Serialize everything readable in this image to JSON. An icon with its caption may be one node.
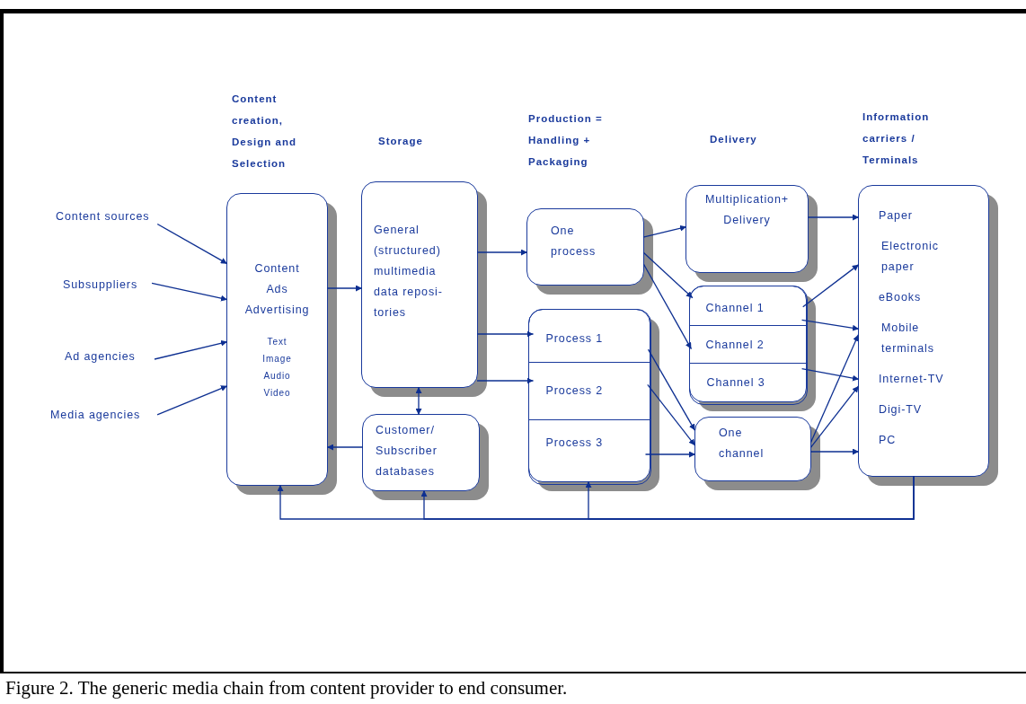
{
  "diagram": {
    "caption": "Figure 2. The generic media chain from content provider to end consumer.",
    "nodes": [
      {
        "text": [
          "Content sources"
        ]
      },
      {
        "text": [
          "Subsuppliers"
        ]
      },
      {
        "text": [
          "Ad agencies"
        ]
      },
      {
        "text": [
          "Media agencies"
        ]
      },
      {
        "text": [
          "Content",
          "Ads",
          "Advertising",
          "Text",
          "Image",
          "Audio",
          "Video"
        ]
      },
      {
        "text": [
          "General (structured) multimedia data reposi- tories"
        ]
      },
      {
        "text": [
          "Customer/ Subscriber databases"
        ]
      },
      {
        "text": [
          "One process"
        ]
      },
      {
        "text": [],
        "shape": "box"
      },
      {
        "text": [
          "Process 1"
        ],
        "in": 8
      },
      {
        "text": [
          "Process 2"
        ],
        "in": 8
      },
      {
        "text": [
          "Process 3"
        ],
        "in": 8
      },
      {
        "text": [
          "Multiplication+ Delivery"
        ]
      },
      {
        "text": [],
        "shape": "box"
      },
      {
        "text": [
          "Channel 1"
        ],
        "in": 13
      },
      {
        "text": [
          "Channel 2"
        ],
        "in": 13
      },
      {
        "text": [
          "Channel 3"
        ],
        "in": 13
      },
      {
        "text": [
          "One channel"
        ]
      },
      {
        "text": [
          "Paper",
          "Electronic paper",
          "eBooks",
          "Mobile terminals",
          "Internet-TV",
          "Digi-TV",
          "PC"
        ]
      }
    ],
    "edges": [
      {
        "from": 0,
        "to": 4,
        "arrow": "to"
      },
      {
        "from": 1,
        "to": 4,
        "arrow": "to"
      },
      {
        "from": 2,
        "to": 4,
        "arrow": "to"
      },
      {
        "from": 3,
        "to": 4,
        "arrow": "to"
      },
      {
        "from": 4,
        "to": 5,
        "arrow": "to"
      },
      {
        "from": 5,
        "to": 7,
        "arrow": "to"
      },
      {
        "from": 5,
        "to": 9,
        "arrow": "to"
      },
      {
        "from": 5,
        "to": 10,
        "arrow": "to"
      },
      {
        "from": 5,
        "to": 6,
        "arrow": "both"
      },
      {
        "from": 6,
        "to": 4,
        "arrow": "to"
      },
      {
        "from": 7,
        "to": 12,
        "arrow": "to"
      },
      {
        "from": 7,
        "to": 14,
        "arrow": "to"
      },
      {
        "from": 7,
        "to": 15,
        "arrow": "to"
      },
      {
        "from": 9,
        "to": 17,
        "arrow": "to"
      },
      {
        "from": 10,
        "to": 17,
        "arrow": "to"
      },
      {
        "from": 11,
        "to": 17,
        "arrow": "to"
      },
      {
        "from": 12,
        "to": 18,
        "arrow": "to"
      },
      {
        "from": 14,
        "to": 18,
        "arrow": "to"
      },
      {
        "from": 14,
        "to": 18,
        "arrow": "to"
      },
      {
        "from": 16,
        "to": 18,
        "arrow": "to"
      },
      {
        "from": 17,
        "to": 18,
        "arrow": "to"
      },
      {
        "from": 17,
        "to": 18,
        "arrow": "to"
      },
      {
        "from": 17,
        "to": 18,
        "arrow": "to"
      },
      {
        "from": 18,
        "to": 4,
        "arrow": "to"
      },
      {
        "from": 18,
        "to": 6,
        "arrow": "to"
      },
      {
        "from": 18,
        "to": 8,
        "arrow": "to"
      }
    ],
    "labels": [
      "Content creation, Design and Selection",
      "Storage",
      "Production = Handling + Packaging",
      "Delivery",
      "Information carriers / Terminals"
    ]
  }
}
